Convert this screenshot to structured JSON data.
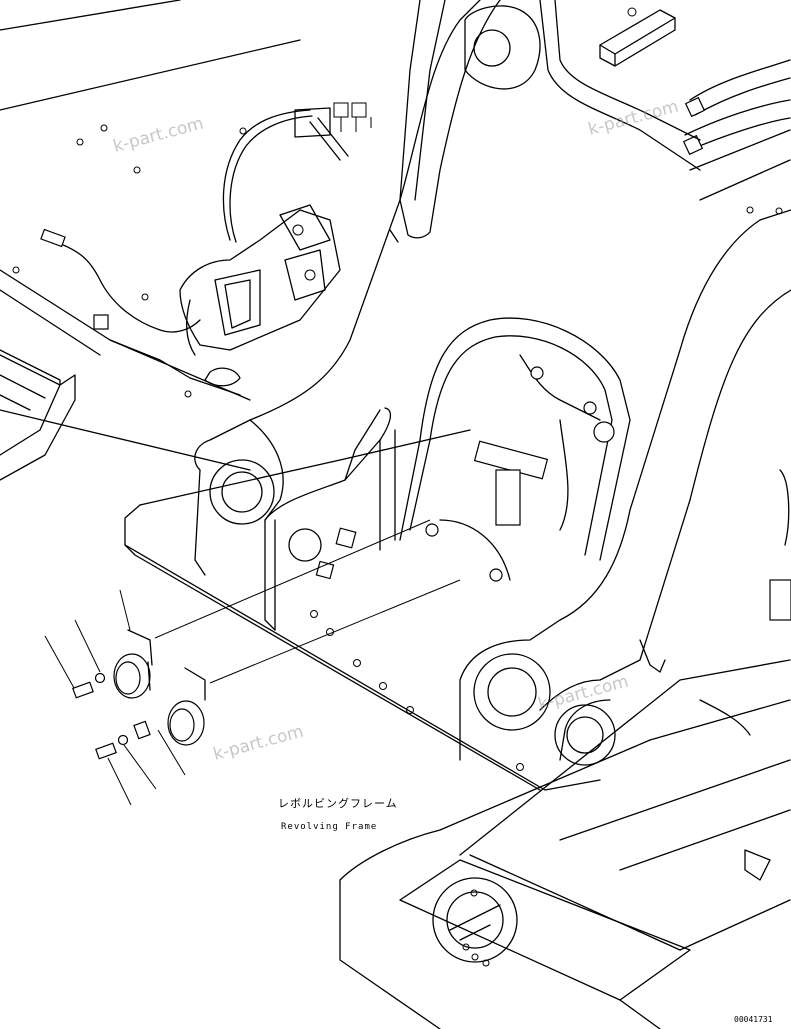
{
  "labels": {
    "frame_jp": "レボルビングフレーム",
    "frame_en": "Revolving Frame",
    "drawing_code": "00041731"
  },
  "watermark": {
    "text": "k-part.com"
  },
  "colors": {
    "line": "#000000",
    "background": "#ffffff",
    "watermark": "#9a9a9a"
  }
}
